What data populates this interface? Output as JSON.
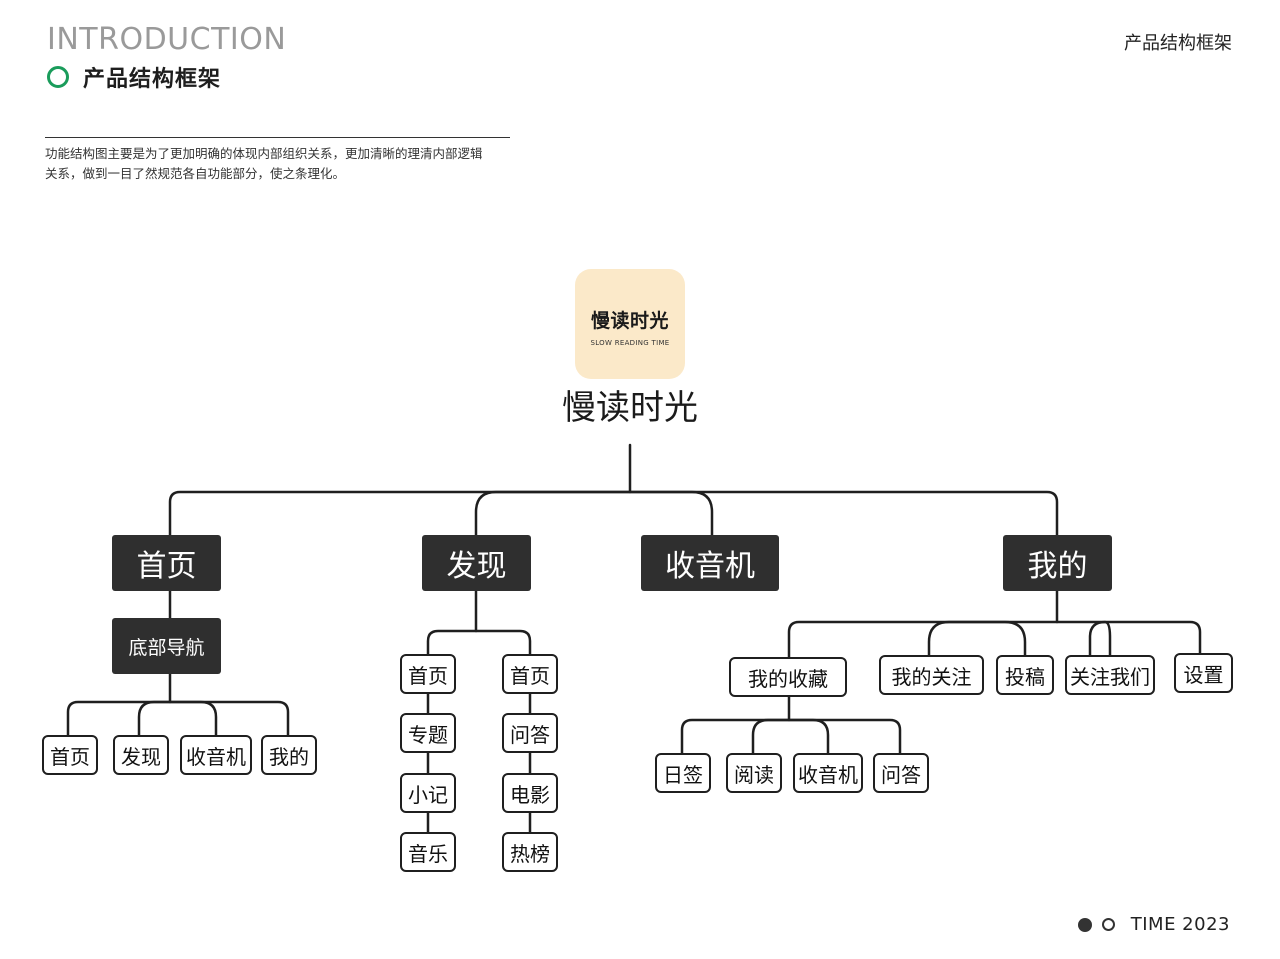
{
  "header": {
    "title": "INTRODUCTION",
    "section_title": "产品结构框架",
    "top_right": "产品结构框架"
  },
  "description": {
    "line1": "功能结构图主要是为了更加明确的体现内部组织关系，更加清晰的理清内部逻辑",
    "line2": "关系，做到一目了然规范各自功能部分，使之条理化。"
  },
  "logo": {
    "text_cn": "慢读时光",
    "text_en": "SLOW READING TIME"
  },
  "root": {
    "label": "慢读时光"
  },
  "level1": [
    "首页",
    "发现",
    "收音机",
    "我的"
  ],
  "home": {
    "sub": "底部导航",
    "children": [
      "首页",
      "发现",
      "收音机",
      "我的"
    ]
  },
  "discover": {
    "left": [
      "首页",
      "专题",
      "小记",
      "音乐"
    ],
    "right": [
      "首页",
      "问答",
      "电影",
      "热榜"
    ]
  },
  "mine": {
    "children": [
      "我的收藏",
      "我的关注",
      "投稿",
      "关注我们",
      "设置"
    ],
    "collection": [
      "日签",
      "阅读",
      "收音机",
      "问答"
    ]
  },
  "footer": {
    "text": "TIME  2023"
  },
  "colors": {
    "accent": "#1a9c5b",
    "dark_box": "#2f2f2f",
    "logo_bg": "#fbe9c9"
  }
}
